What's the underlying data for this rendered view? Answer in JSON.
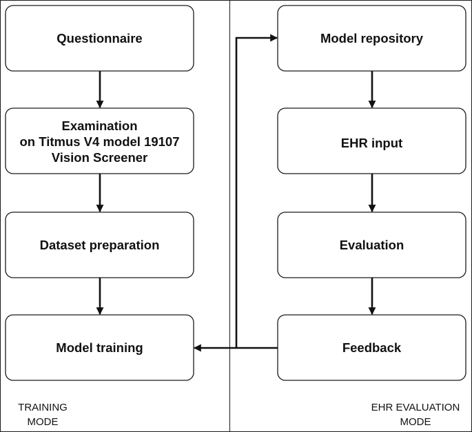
{
  "training": {
    "questionnaire": "Questionnaire",
    "examination": [
      "Examination",
      "on Titmus V4  model 19107",
      "Vision Screener"
    ],
    "dataset": "Dataset preparation",
    "model_training": "Model training",
    "mode_label": [
      "TRAINING",
      "MODE"
    ]
  },
  "evaluation": {
    "repository": "Model repository",
    "ehr_input": "EHR input",
    "evaluation": "Evaluation",
    "feedback": "Feedback",
    "mode_label": [
      "EHR EVALUATION",
      "MODE"
    ]
  }
}
